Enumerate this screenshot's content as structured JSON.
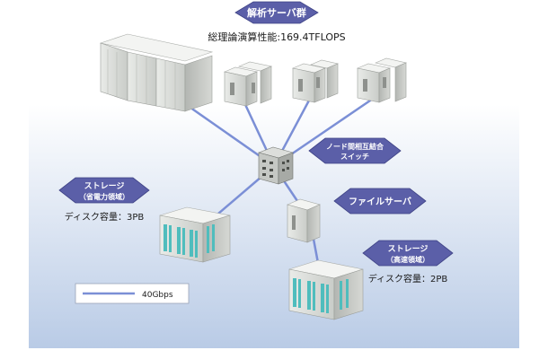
{
  "labels": {
    "analysis_servers": "解析サーバ群",
    "compute_performance": "総理論演算性能:169.4TFLOPS",
    "switch_line1": "ノード間相互結合",
    "switch_line2": "スイッチ",
    "storage_left_line1": "ストレージ",
    "storage_left_line2": "（省電力領域）",
    "storage_left_capacity": "ディスク容量：3PB",
    "file_server": "ファイルサーバ",
    "storage_right_line1": "ストレージ",
    "storage_right_line2": "（高速領域）",
    "storage_right_capacity": "ディスク容量：2PB",
    "legend_bandwidth": "40Gbps"
  },
  "colors": {
    "badge": "#5b5fa8",
    "link": "#7b8fd6",
    "bg_top": "#ffffff",
    "bg_bottom": "#b9cbe6",
    "teal": "#4fbdbd"
  }
}
